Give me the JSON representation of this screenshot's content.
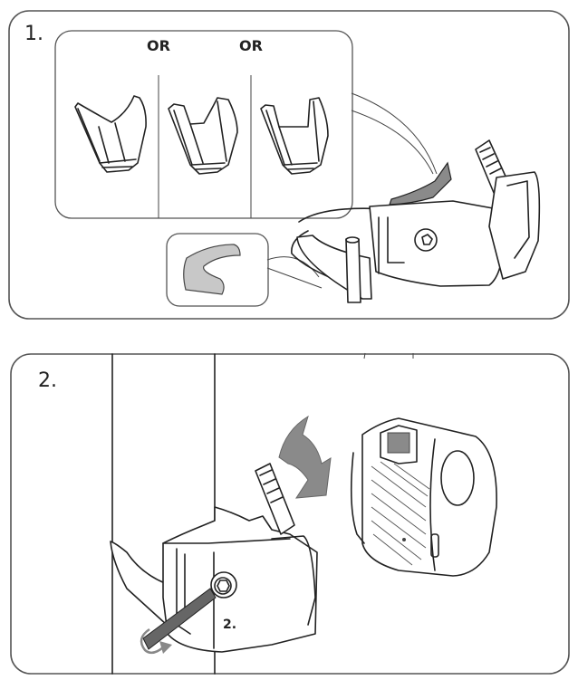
{
  "step1": {
    "number": "1.",
    "options": [
      {
        "separator": "OR"
      },
      {
        "separator": "OR"
      }
    ]
  },
  "step2": {
    "number": "2.",
    "sub_label": "2."
  },
  "colors": {
    "outline": "#222222",
    "panel_border": "#555555",
    "gray_fill": "#8a8a8a",
    "pad_fill": "#c8c8c8"
  }
}
